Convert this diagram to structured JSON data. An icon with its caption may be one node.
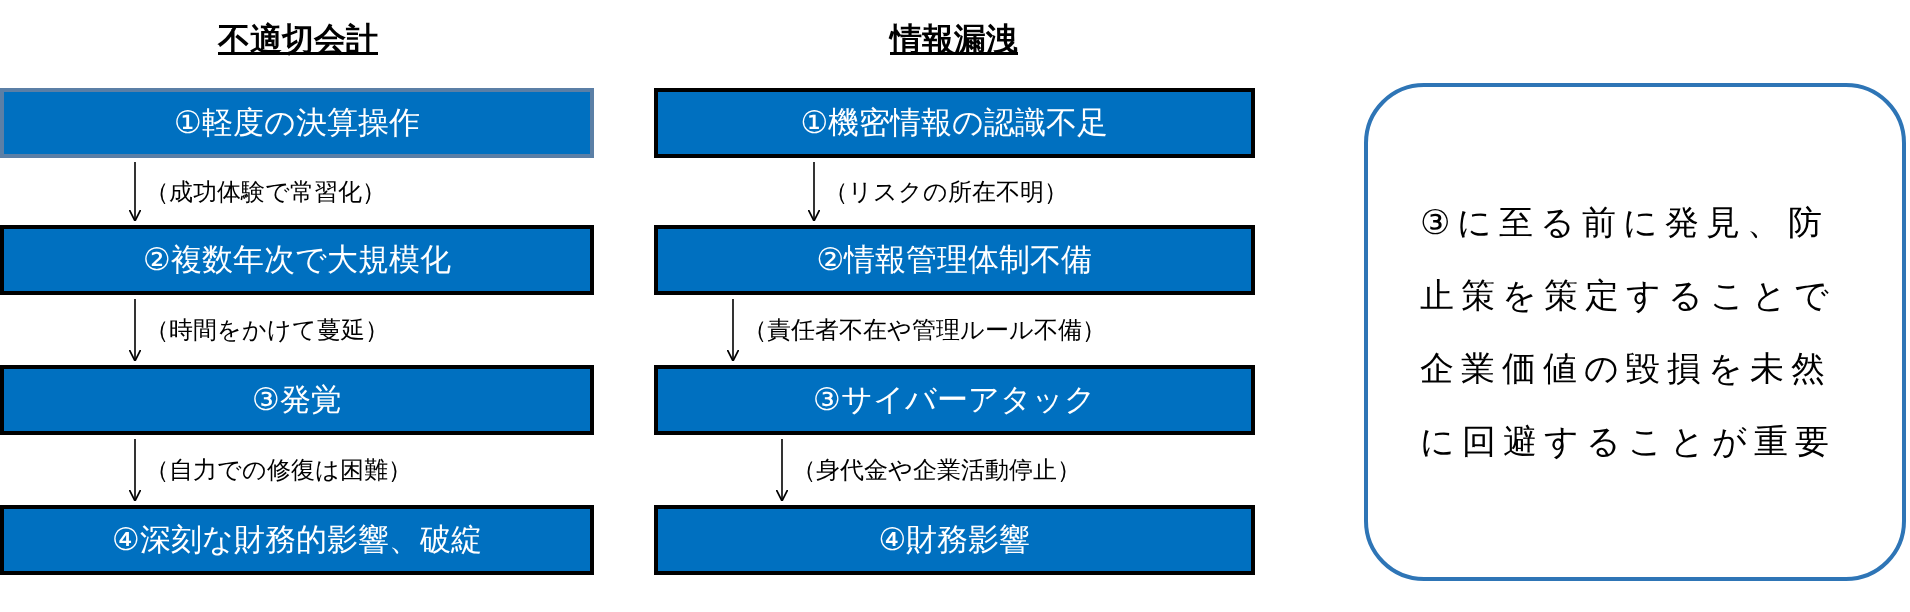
{
  "diagram": {
    "nodes": [
      {
        "text": [
          "①軽度の決算操作"
        ]
      },
      {
        "text": [
          "②複数年次で大規模化"
        ]
      },
      {
        "text": [
          "③発覚"
        ]
      },
      {
        "text": [
          "④深刻な財務的影響、破綻"
        ]
      },
      {
        "text": [
          "①機密情報の認識不足"
        ]
      },
      {
        "text": [
          "②情報管理体制不備"
        ]
      },
      {
        "text": [
          "③サイバーアタック"
        ]
      },
      {
        "text": [
          "④財務影響"
        ]
      },
      {
        "text": [
          "③に至る前に発見、防止策を策定することで企業価値の毀損を未然に回避することが重要"
        ]
      }
    ],
    "edges": [
      {
        "from": 0,
        "to": 1,
        "arrow": "to",
        "label": "（成功体験で常習化）"
      },
      {
        "from": 1,
        "to": 2,
        "arrow": "to",
        "label": "（時間をかけて蔓延）"
      },
      {
        "from": 2,
        "to": 3,
        "arrow": "to",
        "label": "（自力での修復は困難）"
      },
      {
        "from": 4,
        "to": 5,
        "arrow": "to",
        "label": "（リスクの所在不明）"
      },
      {
        "from": 5,
        "to": 6,
        "arrow": "to",
        "label": "（責任者不在や管理ルール不備）"
      },
      {
        "from": 6,
        "to": 7,
        "arrow": "to",
        "label": "（身代金や企業活動停止）"
      }
    ],
    "labels": [
      "不適切会計",
      "情報漏洩"
    ]
  }
}
